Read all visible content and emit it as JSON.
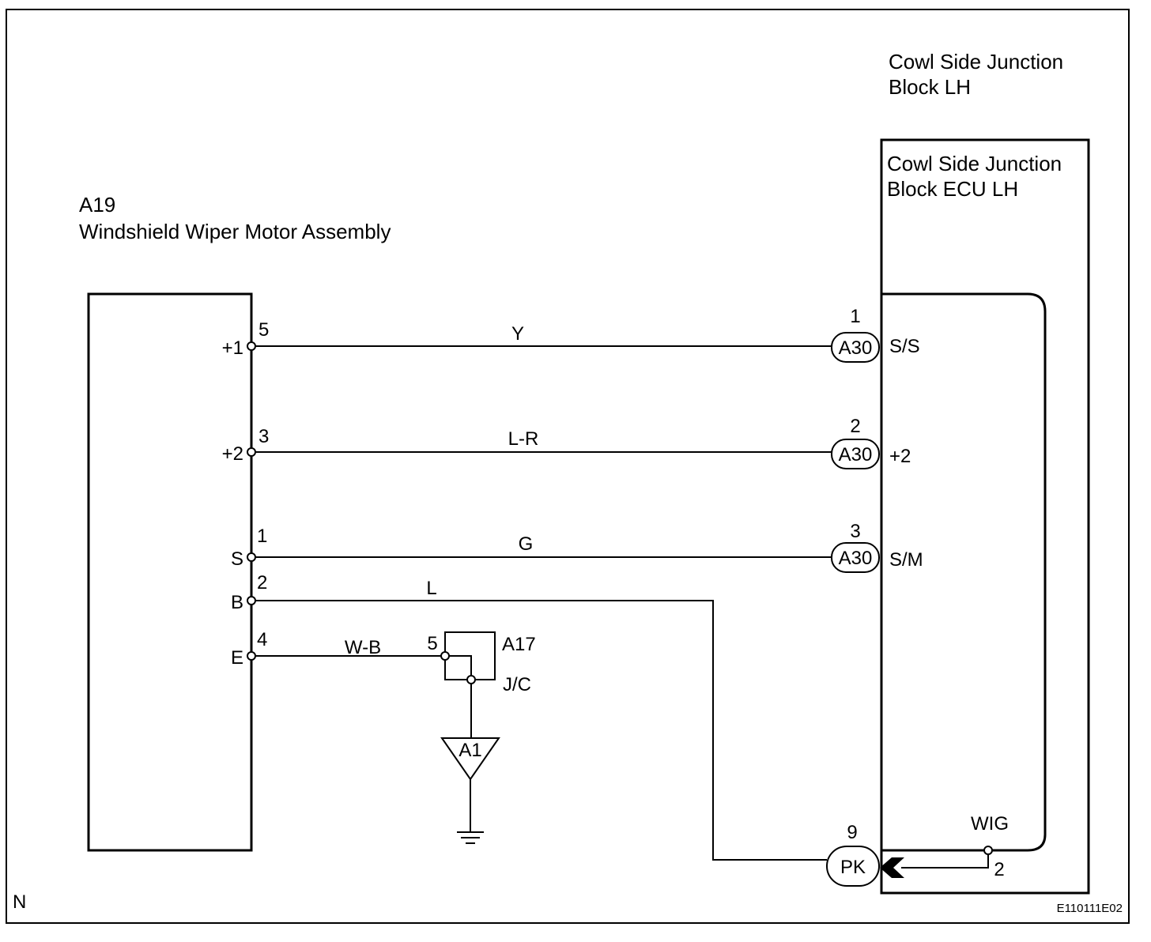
{
  "frame": {
    "corner_label": "N",
    "figure_code": "E110111E02"
  },
  "wiper_motor": {
    "code": "A19",
    "name": "Windshield Wiper Motor Assembly",
    "terminals": [
      {
        "name": "+1",
        "pin": "5"
      },
      {
        "name": "+2",
        "pin": "3"
      },
      {
        "name": "S",
        "pin": "1"
      },
      {
        "name": "B",
        "pin": "2"
      },
      {
        "name": "E",
        "pin": "4"
      }
    ]
  },
  "junction_block": {
    "title_line1": "Cowl Side Junction",
    "title_line2": "Block LH",
    "ecu_line1": "Cowl Side Junction",
    "ecu_line2": "Block ECU LH",
    "connectors": [
      {
        "pin": "1",
        "connector": "A30",
        "terminal": "S/S"
      },
      {
        "pin": "2",
        "connector": "A30",
        "terminal": "+2"
      },
      {
        "pin": "3",
        "connector": "A30",
        "terminal": "S/M"
      }
    ],
    "power": {
      "pin": "9",
      "connector": "PK",
      "terminal": "WIG",
      "inner_pin": "2"
    }
  },
  "wires": [
    {
      "color": "Y"
    },
    {
      "color": "L-R"
    },
    {
      "color": "G"
    },
    {
      "color": "L"
    },
    {
      "color": "W-B"
    }
  ],
  "joint_connector": {
    "code": "A17",
    "type": "J/C",
    "pin": "5"
  },
  "ground_point": {
    "code": "A1"
  }
}
